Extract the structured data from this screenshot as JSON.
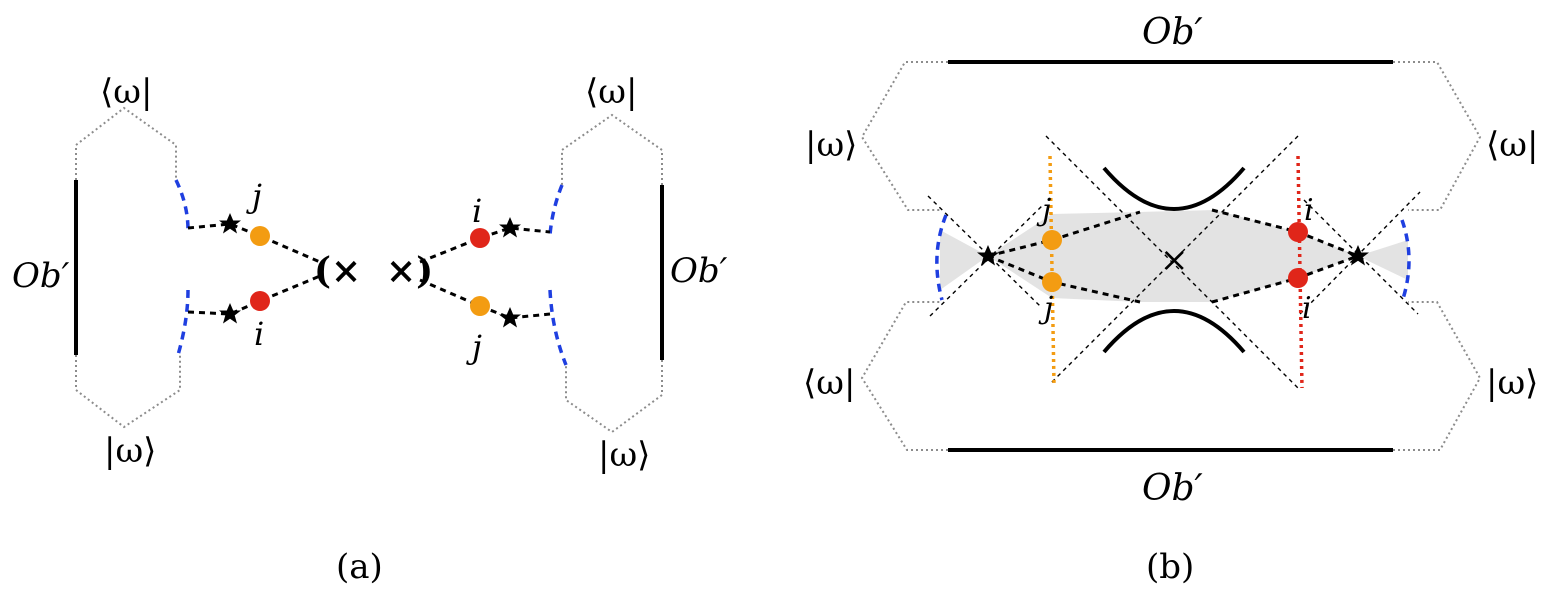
{
  "panel_a": {
    "caption": "(a)",
    "left_bra": "⟨ω|",
    "left_ket": "|ω⟩",
    "left_op": "Ob′",
    "label_j": "j",
    "label_i": "i",
    "cross_left": "(×",
    "cross_right": "×)",
    "right_bra": "⟨ω|",
    "right_ket": "|ω⟩",
    "right_op": "Ob′",
    "label_i_right": "i",
    "label_j_right": "j"
  },
  "panel_b": {
    "caption": "(b)",
    "top_op": "Ob′",
    "bottom_op": "Ob′",
    "left_top_ket": "|ω⟩",
    "right_top_bra": "⟨ω|",
    "left_bottom_bra": "⟨ω|",
    "right_bottom_ket": "|ω⟩",
    "j_top": "j",
    "j_bottom": "j",
    "i_top": "i",
    "i_bottom": "i",
    "center_cross": "×"
  },
  "colors": {
    "orange": "#f39c12",
    "red": "#e0261a",
    "blue": "#1f3fe0",
    "shade": "#e3e3e3"
  }
}
